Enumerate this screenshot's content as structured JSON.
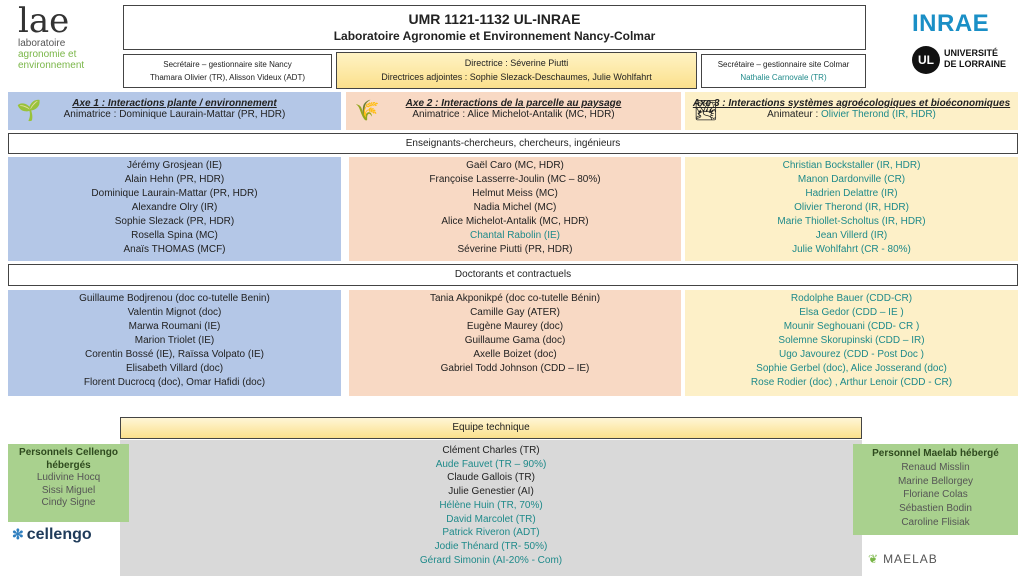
{
  "logos": {
    "lae_mark": "lae",
    "lae_sub1": "laboratoire",
    "lae_sub2": "agronomie et",
    "lae_sub3": "environnement",
    "inrae": "INRAE",
    "ul_mark": "UL",
    "ul_text1": "UNIVERSITÉ",
    "ul_text2": "DE LORRAINE",
    "cellengo": "cellengo",
    "maelab": "MAELAB"
  },
  "header": {
    "unit": "UMR 1121-1132 UL-INRAE",
    "lab": "Laboratoire Agronomie et Environnement Nancy-Colmar"
  },
  "direction": {
    "director_label": "Directrice : Séverine Piutti",
    "deputies_label": "Directrices adjointes : Sophie Slezack-Deschaumes, Julie Wohlfahrt"
  },
  "secretary_nancy": {
    "title": "Secrétaire – gestionnaire site Nancy",
    "names": "Thamara Olivier (TR), Alisson  Videux (ADT)"
  },
  "secretary_colmar": {
    "title": "Secrétaire – gestionnaire site Colmar",
    "names": "Nathalie Carnovale (TR)"
  },
  "axes": [
    {
      "title": "Axe 1 : Interactions plante / environnement",
      "animator": "Animatrice : Dominique Laurain-Mattar (PR, HDR)",
      "icon": "plant-icon"
    },
    {
      "title": "Axe 2 : Interactions de la parcelle au paysage",
      "animator": "Animatrice : Alice Michelot-Antalik (MC, HDR)",
      "icon": "landscape-icon"
    },
    {
      "title": "Axe 3 : Interactions systèmes agroécologiques et bioéconomiques",
      "animator_label": "Animateur : ",
      "animator_name": "Olivier Therond (IR, HDR)",
      "icon": "farm-icon"
    }
  ],
  "sections": {
    "researchers": "Enseignants-chercheurs, chercheurs, ingénieurs",
    "doctorants": "Doctorants et contractuels"
  },
  "researchers": {
    "axis1": [
      "Jérémy Grosjean (IE)",
      "Alain Hehn (PR, HDR)",
      "Dominique Laurain-Mattar (PR, HDR)",
      "Alexandre Olry (IR)",
      "Sophie Slezack (PR, HDR)",
      "Rosella Spina (MC)",
      "Anaïs THOMAS (MCF)"
    ],
    "axis2": [
      "Gaël Caro (MC, HDR)",
      "Françoise Lasserre-Joulin (MC – 80%)",
      "Helmut Meiss (MC)",
      "Nadia Michel (MC)",
      "Alice Michelot-Antalik (MC, HDR)",
      "Chantal Rabolin (IE)",
      "Séverine Piutti (PR, HDR)"
    ],
    "axis3": [
      "Christian Bockstaller (IR, HDR)",
      "Manon Dardonville (CR)",
      "Hadrien Delattre (IR)",
      "Olivier Therond (IR, HDR)",
      "Marie Thiollet-Scholtus (IR, HDR)",
      "Jean Villerd (IR)",
      "Julie Wohlfahrt (CR - 80%)"
    ]
  },
  "doctorants": {
    "axis1": [
      "Guillaume Bodjrenou (doc co-tutelle Benin)",
      "Valentin Mignot (doc)",
      "Marwa Roumani (IE)",
      "Marion Triolet (IE)",
      "Corentin Bossé (IE), Raïssa Volpato (IE)",
      "Elisabeth Villard (doc)",
      "Florent Ducrocq (doc),      Omar Hafidi (doc)"
    ],
    "axis2": [
      "Tania Akponikpé (doc co-tutelle Bénin)",
      "Camille Gay (ATER)",
      "Eugène Maurey (doc)",
      "Guillaume Gama (doc)",
      "Axelle Boizet (doc)",
      "Gabriel Todd Johnson (CDD – IE)"
    ],
    "axis3": [
      "Rodolphe Bauer (CDD-CR)",
      "Elsa Gedor (CDD – IE )",
      "Mounir Seghouani (CDD- CR )",
      "Solemne Skorupinski (CDD – IR)",
      "Ugo Javourez (CDD - Post Doc )",
      "Sophie Gerbel (doc),   Alice Josserand (doc)",
      "Rose Rodier (doc) ,    Arthur Lenoir (CDD - CR)"
    ]
  },
  "technical": {
    "title": "Equipe technique",
    "members": [
      "Clément Charles (TR)",
      "Aude Fauvet (TR – 90%)",
      "Claude Gallois (TR)",
      "Julie Genestier (AI)",
      "Hélène Huin (TR, 70%)",
      "David Marcolet (TR)",
      "Patrick Riveron (ADT)",
      "Jodie Thénard (TR- 50%)",
      "Gérard Simonin (AI-20% - Com)"
    ]
  },
  "cellengo": {
    "title1": "Personnels Cellengo",
    "title2": "hébergés",
    "members": [
      "Ludivine Hocq",
      "Sissi Miguel",
      "Cindy Signe"
    ]
  },
  "maelab": {
    "title": "Personnel Maelab hébergé",
    "members": [
      "Renaud Misslin",
      "Marine Bellorgey",
      "Floriane  Colas",
      "Sébastien Bodin",
      "Caroline Flisiak"
    ]
  },
  "colors": {
    "axis1": "#b4c7e7",
    "axis2": "#f8d9c4",
    "axis3": "#fdf0c8",
    "hosted": "#a9d18e",
    "technical": "#d9d9d9",
    "teal_text": "#1f8a8a"
  }
}
